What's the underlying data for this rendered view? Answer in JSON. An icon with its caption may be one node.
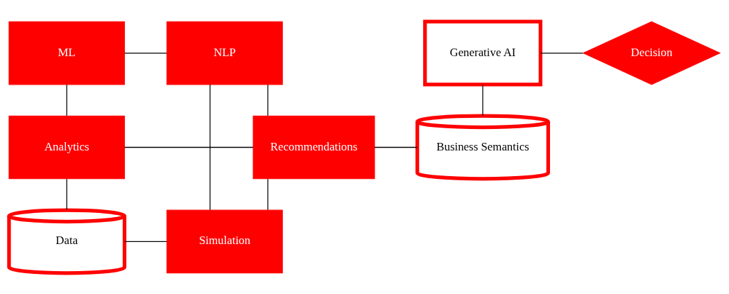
{
  "diagram": {
    "nodes": [
      {
        "text": [
          "ML"
        ]
      },
      {
        "text": [
          "NLP"
        ]
      },
      {
        "text": [
          "Generative AI"
        ]
      },
      {
        "text": [
          "Decision"
        ]
      },
      {
        "text": [
          "Analytics"
        ]
      },
      {
        "text": [
          "Recommendations"
        ]
      },
      {
        "text": [
          "Business Semantics"
        ]
      },
      {
        "text": [
          "Data"
        ]
      },
      {
        "text": [
          "Simulation"
        ]
      }
    ],
    "edges": [
      {
        "from": 0,
        "to": 1,
        "arrow": "none"
      },
      {
        "from": 0,
        "to": 4,
        "arrow": "none"
      },
      {
        "from": 1,
        "to": 5,
        "arrow": "none"
      },
      {
        "from": 4,
        "to": 5,
        "arrow": "none"
      },
      {
        "from": 4,
        "to": 7,
        "arrow": "none"
      },
      {
        "from": 5,
        "to": 8,
        "arrow": "none"
      },
      {
        "from": 7,
        "to": 8,
        "arrow": "none"
      },
      {
        "from": 1,
        "to": 8,
        "arrow": "none"
      },
      {
        "from": 5,
        "to": 6,
        "arrow": "none"
      },
      {
        "from": 2,
        "to": 6,
        "arrow": "none"
      },
      {
        "from": 2,
        "to": 3,
        "arrow": "none"
      }
    ]
  }
}
